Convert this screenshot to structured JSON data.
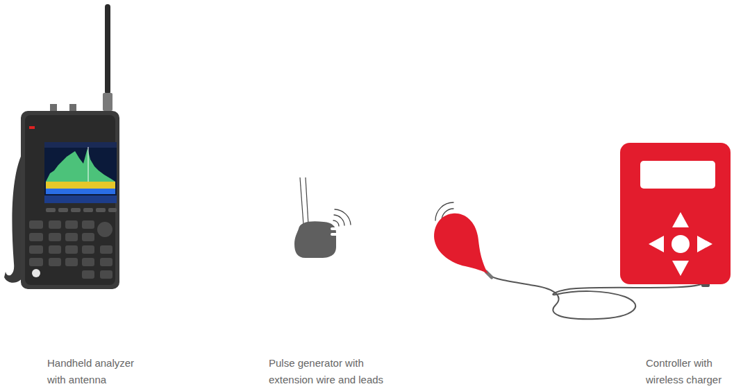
{
  "diagram": {
    "labels": [
      "Handheld analyzer with antenna",
      "Pulse generator with extension wire and leads",
      "Controller with wireless charger"
    ]
  }
}
